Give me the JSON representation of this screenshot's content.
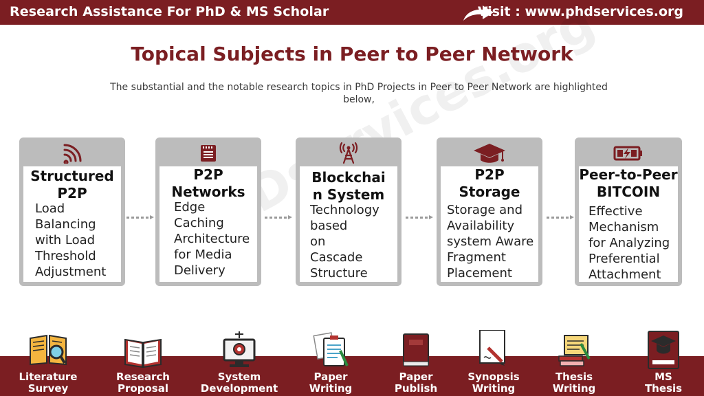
{
  "header": {
    "brand": "Research Assistance For PhD & MS Scholar",
    "visit": "Visit : www.phdservices.org"
  },
  "title": "Topical Subjects in Peer to Peer Network",
  "subtitle": "The substantial and the notable research topics in PhD Projects in Peer to Peer Network are highlighted below,",
  "watermark": "PhDservices.org",
  "cards": [
    {
      "title": "Structured\nP2P",
      "icon": "wifi-signal-icon",
      "text": "Load\nBalancing\nwith Load\nThreshold\nAdjustment"
    },
    {
      "title": "P2P\nNetworks",
      "icon": "server-list-icon",
      "text": "Edge\nCaching\nArchitecture\nfor Media\nDelivery"
    },
    {
      "title": "Blockchai\nn System",
      "icon": "antenna-tower-icon",
      "text": "Technology\nbased\non\nCascade\nStructure"
    },
    {
      "title": "P2P\nStorage",
      "icon": "graduation-cap-icon",
      "text": "Storage and\nAvailability\nsystem Aware\nFragment\nPlacement"
    },
    {
      "title": "Peer-to-Peer\nBITCOIN",
      "icon": "battery-charging-icon",
      "text": "Effective\nMechanism\nfor Analyzing\nPreferential\nAttachment"
    }
  ],
  "services": [
    {
      "label": "Literature\nSurvey",
      "icon": "book-magnifier-icon"
    },
    {
      "label": "Research\nProposal",
      "icon": "open-book-icon"
    },
    {
      "label": "System\nDevelopment",
      "icon": "computer-gear-icon"
    },
    {
      "label": "Paper\nWriting",
      "icon": "clipboard-pen-icon"
    },
    {
      "label": "Paper\nPublish",
      "icon": "closed-book-icon"
    },
    {
      "label": "Synopsis\nWriting",
      "icon": "paper-pen-icon"
    },
    {
      "label": "Thesis\nWriting",
      "icon": "scroll-books-icon"
    },
    {
      "label": "MS\nThesis",
      "icon": "graduate-book-icon"
    }
  ],
  "colors": {
    "brand": "#7b1e22",
    "card": "#bcbcbc"
  }
}
